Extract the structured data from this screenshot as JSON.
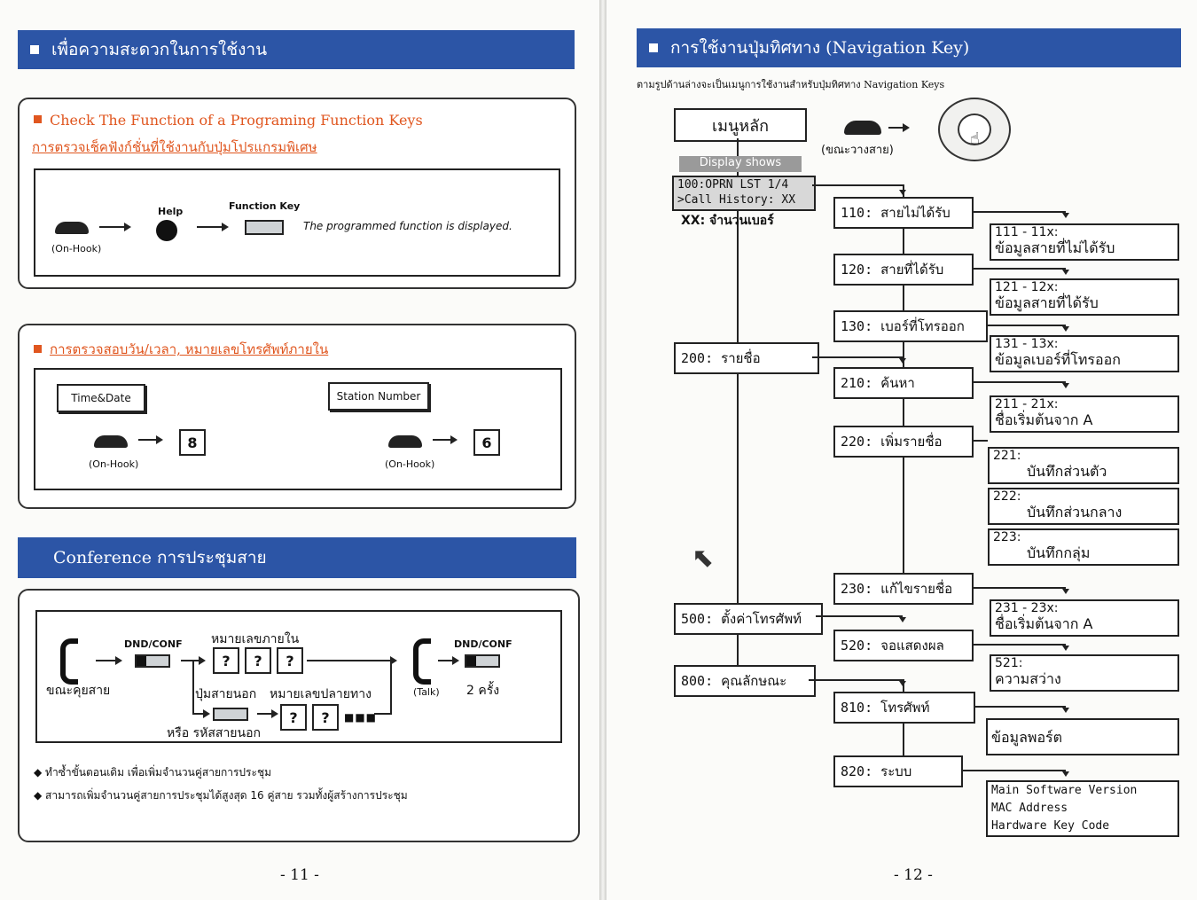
{
  "left": {
    "section1_title": "เพื่อความสะดวกในการใช้งาน",
    "check": {
      "heading_en": "Check The Function of  a Programing Function Keys",
      "heading_th": "การตรวจเช็คฟังก์ชั่นที่ใช้งานกับปุ่มโปรแกรมพิเศษ",
      "help_label": "Help",
      "function_key_label": "Function Key",
      "on_hook": "(On-Hook)",
      "result_text": "The programmed function is displayed."
    },
    "timedate": {
      "heading": "การตรวจสอบวัน/เวลา, หมายเลขโทรศัพท์ภายใน",
      "time_date_btn": "Time&Date",
      "station_number_btn": "Station Number",
      "on_hook_1": "(On-Hook)",
      "on_hook_2": "(On-Hook)",
      "key_1": "8",
      "key_2": "6"
    },
    "conference": {
      "title": "Conference การประชุมสาย",
      "dnd_conf_1": "DND/CONF",
      "dnd_conf_2": "DND/CONF",
      "internal_number": "หมายเลขภายใน",
      "during_call": "ขณะคุยสาย",
      "outside_line_btn": "ปุ่มสายนอก",
      "destination_number": "หมายเลขปลายทาง",
      "or_outside_code": "หรือ รหัสสายนอก",
      "talk": "(Talk)",
      "twice": "2 ครั้ง",
      "q": "?",
      "note_1": "ทำซ้ำขั้นตอนเดิม เพื่อเพิ่มจำนวนคู่สายการประชุม",
      "note_2": "สามารถเพิ่มจำนวนคู่สายการประชุมได้สูงสุด 16 คู่สาย รวมทั้งผู้สร้างการประชุม"
    },
    "page_number": "- 11 -"
  },
  "right": {
    "title": "การใช้งานปุ่มทิศทาง (Navigation Key)",
    "subtitle": "ตามรูปด้านล่างจะเป็นเมนูการใช้งานสำหรับปุ่มทิศทาง  Navigation Keys",
    "main_menu": "เมนูหลัก",
    "on_hook_note": "(ขณะวางสาย)",
    "display_shows": "Display shows",
    "lcd_line1": "100:OPRN LST 1/4",
    "lcd_line2": ">Call History: XX",
    "xx_note": "XX: จำนวนเบอร์",
    "menu_200": "200: รายชื่อ",
    "menu_500": "500: ตั้งค่าโทรศัพท์",
    "menu_800": "800: คุณลักษณะ",
    "sub_110": "110: สายไม่ได้รับ",
    "sub_120": "120: สายที่ได้รับ",
    "sub_130": "130: เบอร์ที่โทรออก",
    "sub_210": "210: ค้นหา",
    "sub_220": "220: เพิ่มรายชื่อ",
    "sub_230": "230: แก้ไขรายชื่อ",
    "sub_520": "520: จอแสดงผล",
    "sub_810": "810: โทรศัพท์",
    "sub_820": "820: ระบบ",
    "d_111_code": "111 - 11x:",
    "d_111_text": "ข้อมูลสายที่ไม่ได้รับ",
    "d_121_code": "121 - 12x:",
    "d_121_text": "ข้อมูลสายที่ได้รับ",
    "d_131_code": "131 - 13x:",
    "d_131_text": "ข้อมูลเบอร์ที่โทรออก",
    "d_211_code": "211 - 21x:",
    "d_211_text": "ชื่อเริ่มต้นจาก A",
    "d_221_code": "221:",
    "d_221_text": "บันทึกส่วนตัว",
    "d_222_code": "222:",
    "d_222_text": "บันทึกส่วนกลาง",
    "d_223_code": "223:",
    "d_223_text": "บันทึกกลุ่ม",
    "d_231_code": "231 - 23x:",
    "d_231_text": "ชื่อเริ่มต้นจาก A",
    "d_521_code": "521:",
    "d_521_text": "ความสว่าง",
    "d_port": "ข้อมูลพอร์ต",
    "d_sys_1": "Main Software Version",
    "d_sys_2": "MAC Address",
    "d_sys_3": "Hardware Key Code",
    "page_number": "- 12 -"
  }
}
